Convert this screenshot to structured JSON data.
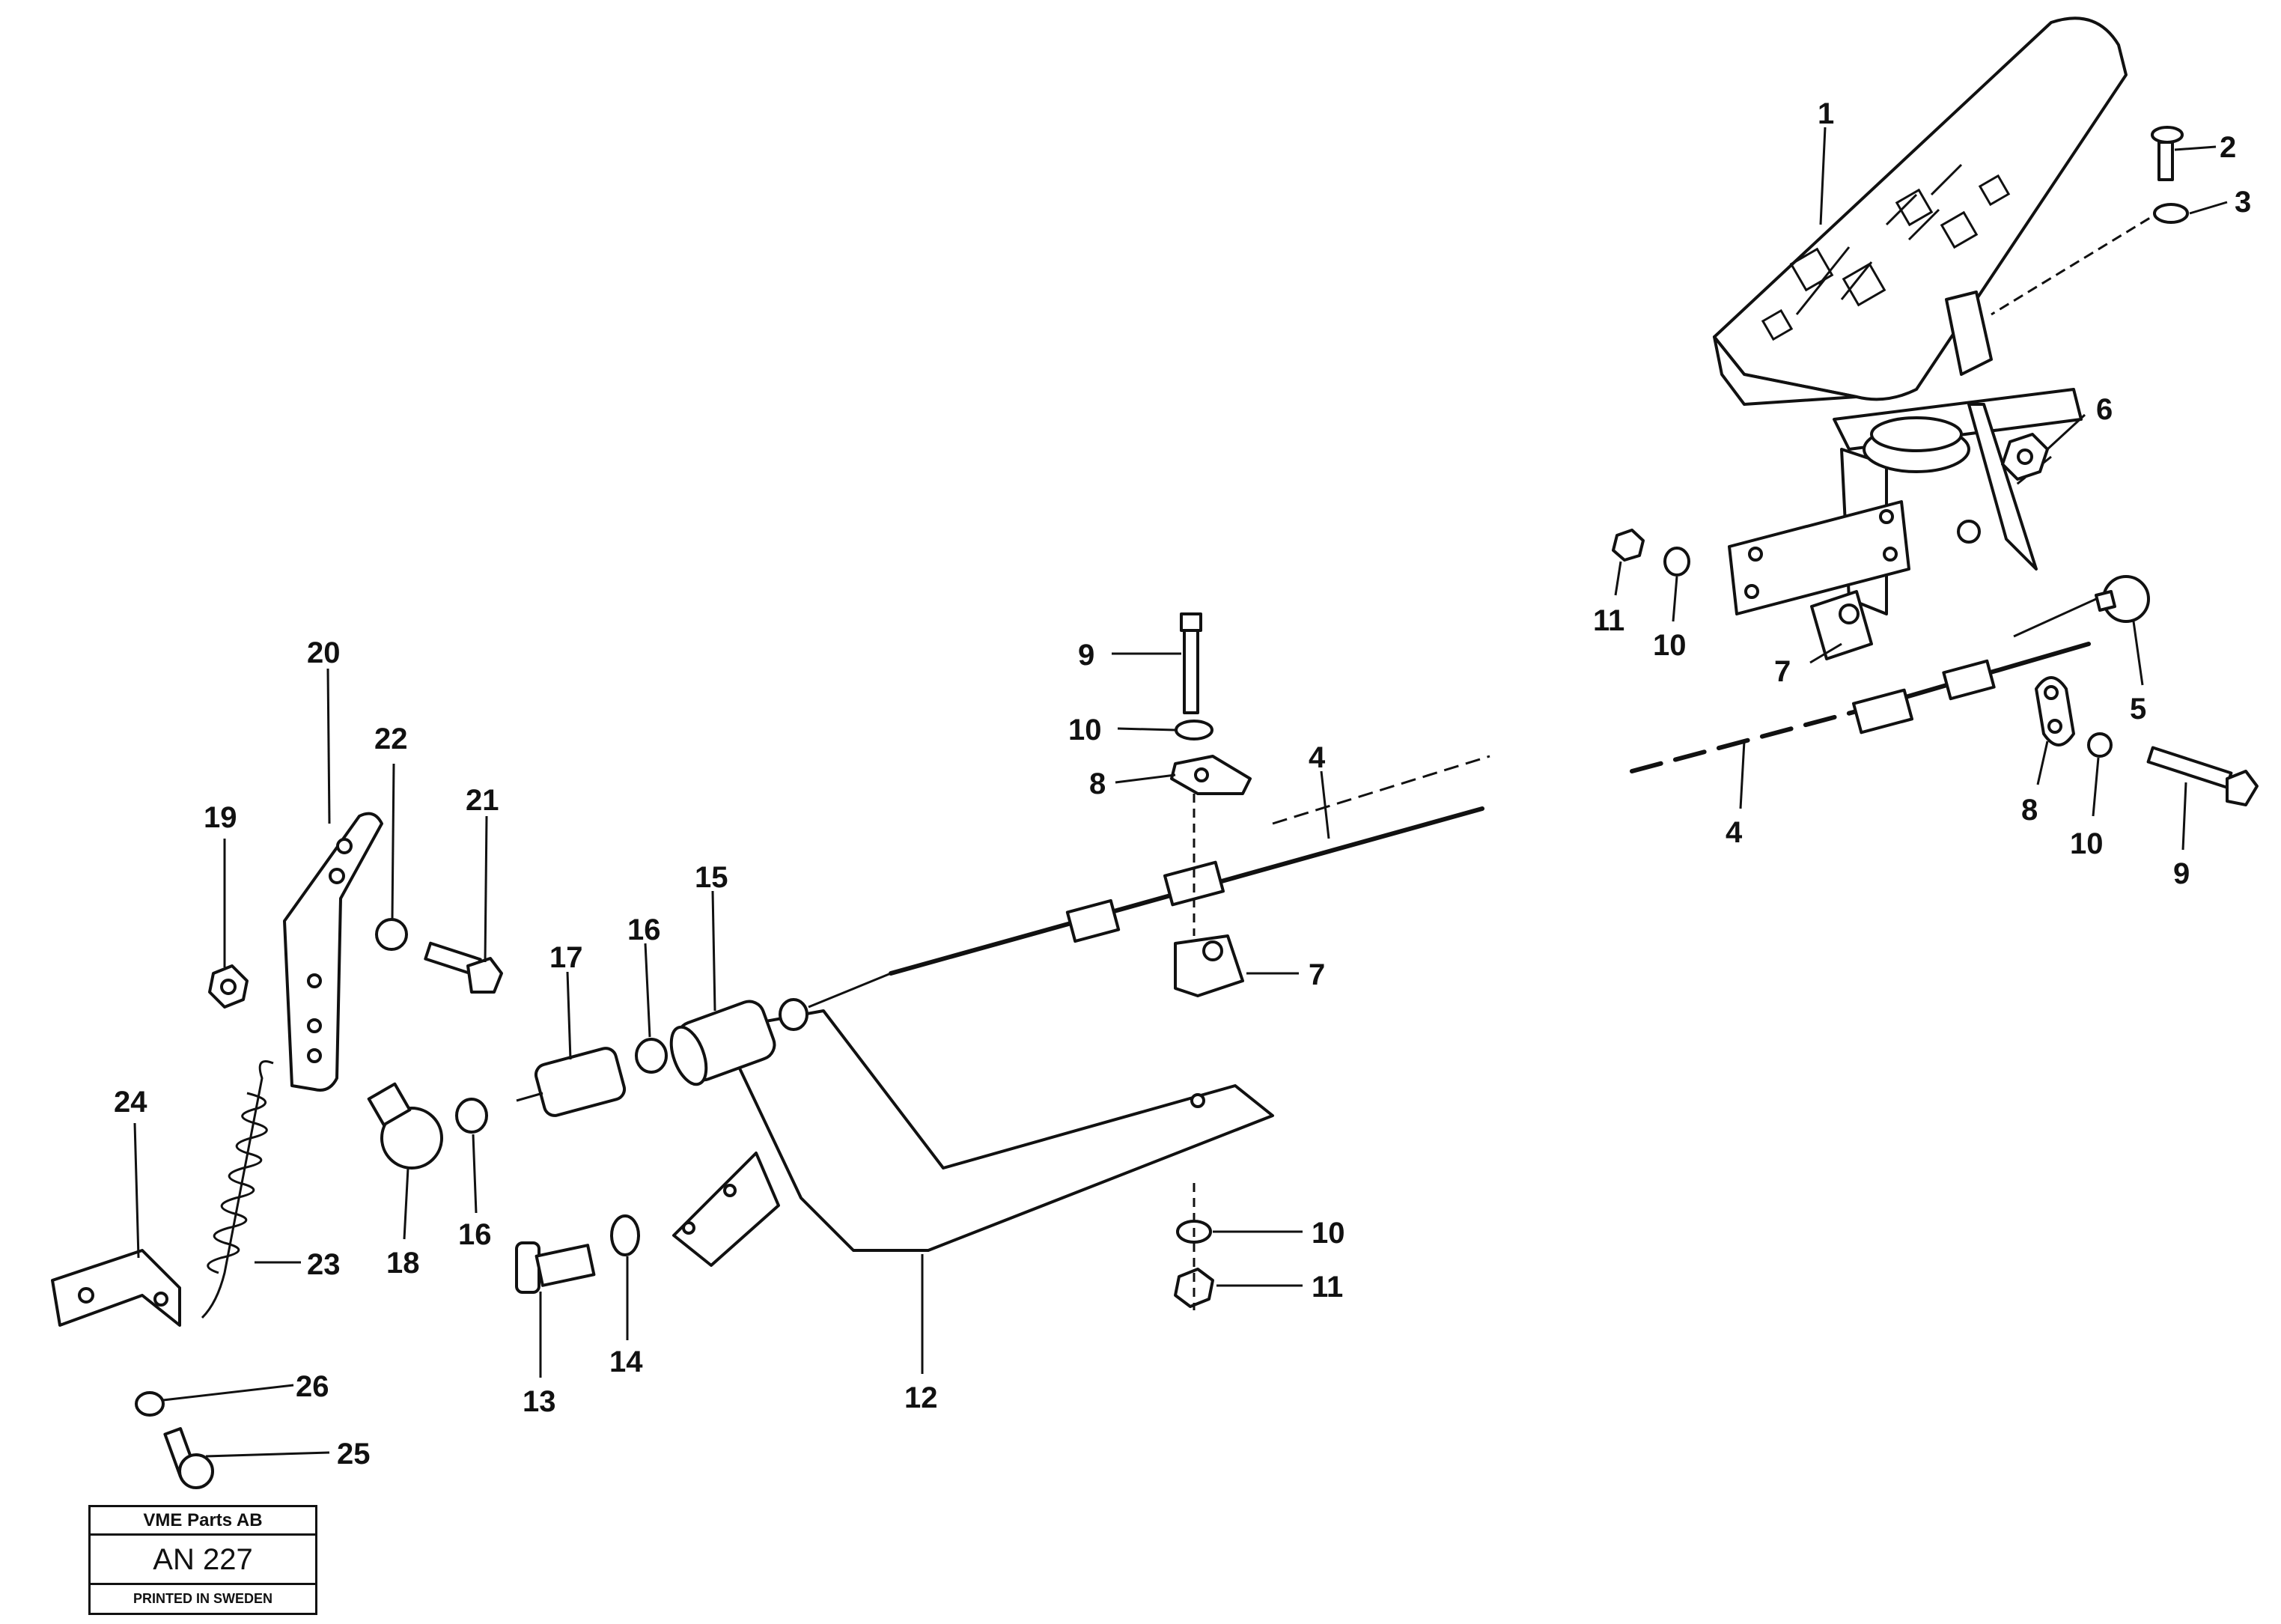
{
  "callouts": {
    "c1": "1",
    "c2": "2",
    "c3": "3",
    "c4a": "4",
    "c4b": "4",
    "c5": "5",
    "c6": "6",
    "c7a": "7",
    "c7b": "7",
    "c8a": "8",
    "c8b": "8",
    "c9a": "9",
    "c9b": "9",
    "c10a": "10",
    "c10b": "10",
    "c10c": "10",
    "c10d": "10",
    "c11a": "11",
    "c11b": "11",
    "c12": "12",
    "c13": "13",
    "c14": "14",
    "c15": "15",
    "c16a": "16",
    "c16b": "16",
    "c17": "17",
    "c18": "18",
    "c19": "19",
    "c20": "20",
    "c21": "21",
    "c22": "22",
    "c23": "23",
    "c24": "24",
    "c25": "25",
    "c26": "26"
  },
  "stamp": {
    "company": "VME Parts AB",
    "drawing_number": "AN 227",
    "printed": "PRINTED IN SWEDEN"
  }
}
